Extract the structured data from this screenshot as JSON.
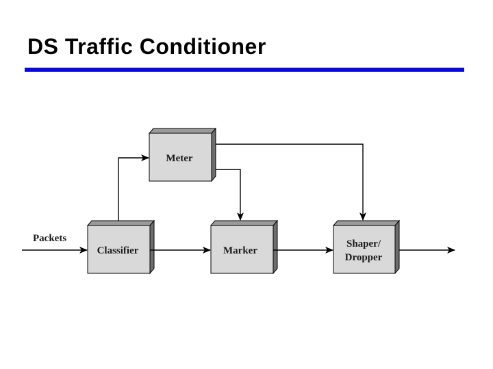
{
  "slide": {
    "title": "DS Traffic Conditioner",
    "accent_color": "#0a0ad8"
  },
  "diagram": {
    "input_label": "Packets",
    "blocks": {
      "meter": "Meter",
      "classifier": "Classifier",
      "marker": "Marker",
      "shaper_line1": "Shaper/",
      "shaper_line2": "Dropper"
    },
    "box_fill": "#d9d9d9",
    "box_shadow_color": "#6e6e6e"
  }
}
